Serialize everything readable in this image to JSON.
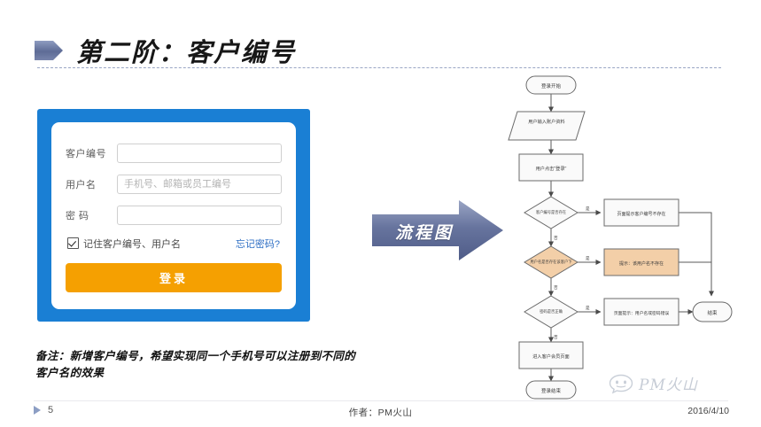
{
  "slide": {
    "title": "第二阶：客户编号",
    "title_bullet_icon": "pentagon-bullet-icon",
    "accent_color": "#5b6b95"
  },
  "login_mock": {
    "frame_color": "#1a7fd4",
    "fields": [
      {
        "label": "客户编号",
        "value": "",
        "placeholder": ""
      },
      {
        "label": "用户名",
        "value": "",
        "placeholder": "手机号、邮箱或员工编号"
      },
      {
        "label": "密 码",
        "value": "",
        "placeholder": ""
      }
    ],
    "remember_label": "记住客户编号、用户名",
    "remember_checked": true,
    "forgot_label": "忘记密码?",
    "forgot_color": "#2f6fc4",
    "submit_label": "登录",
    "submit_color": "#f5a001"
  },
  "note": {
    "text": "备注：新增客户编号，希望实现同一个手机号可以注册到不同的客户名的效果"
  },
  "arrow": {
    "label": "流程图",
    "fill_start": "#8d99bb",
    "fill_end": "#5a6894"
  },
  "flowchart": {
    "title": "流程图",
    "highlight_color": "#f3cfa8",
    "nodes": [
      {
        "id": "n1",
        "type": "terminator",
        "text": "登录开始"
      },
      {
        "id": "n2",
        "type": "io",
        "text": "用户输入账户资料"
      },
      {
        "id": "n3",
        "type": "process",
        "text": "用户点击\"登录\""
      },
      {
        "id": "n4",
        "type": "decision",
        "text": "客户编号是否存在"
      },
      {
        "id": "n5",
        "type": "process",
        "text": "页面提示客户编号不存在"
      },
      {
        "id": "n6",
        "type": "decision",
        "text": "用户名是否存在该客户下",
        "highlight": true
      },
      {
        "id": "n7",
        "type": "process",
        "text": "提示：该用户名不存在",
        "highlight": true
      },
      {
        "id": "n8",
        "type": "decision",
        "text": "密码是否正确"
      },
      {
        "id": "n9",
        "type": "process",
        "text": "页面提示：用户名或密码错误"
      },
      {
        "id": "n10",
        "type": "terminator",
        "text": "结束"
      },
      {
        "id": "n11",
        "type": "process",
        "text": "进入客户会员页面"
      },
      {
        "id": "n12",
        "type": "terminator",
        "text": "登录结束"
      }
    ],
    "branch_labels": {
      "yes": "是",
      "no": "否"
    }
  },
  "watermark": {
    "text": "PM火山",
    "icon": "chat-face-icon",
    "color": "#c6ccd6"
  },
  "footer": {
    "page_number": "5",
    "author": "作者：PM火山",
    "date": "2016/4/10"
  }
}
